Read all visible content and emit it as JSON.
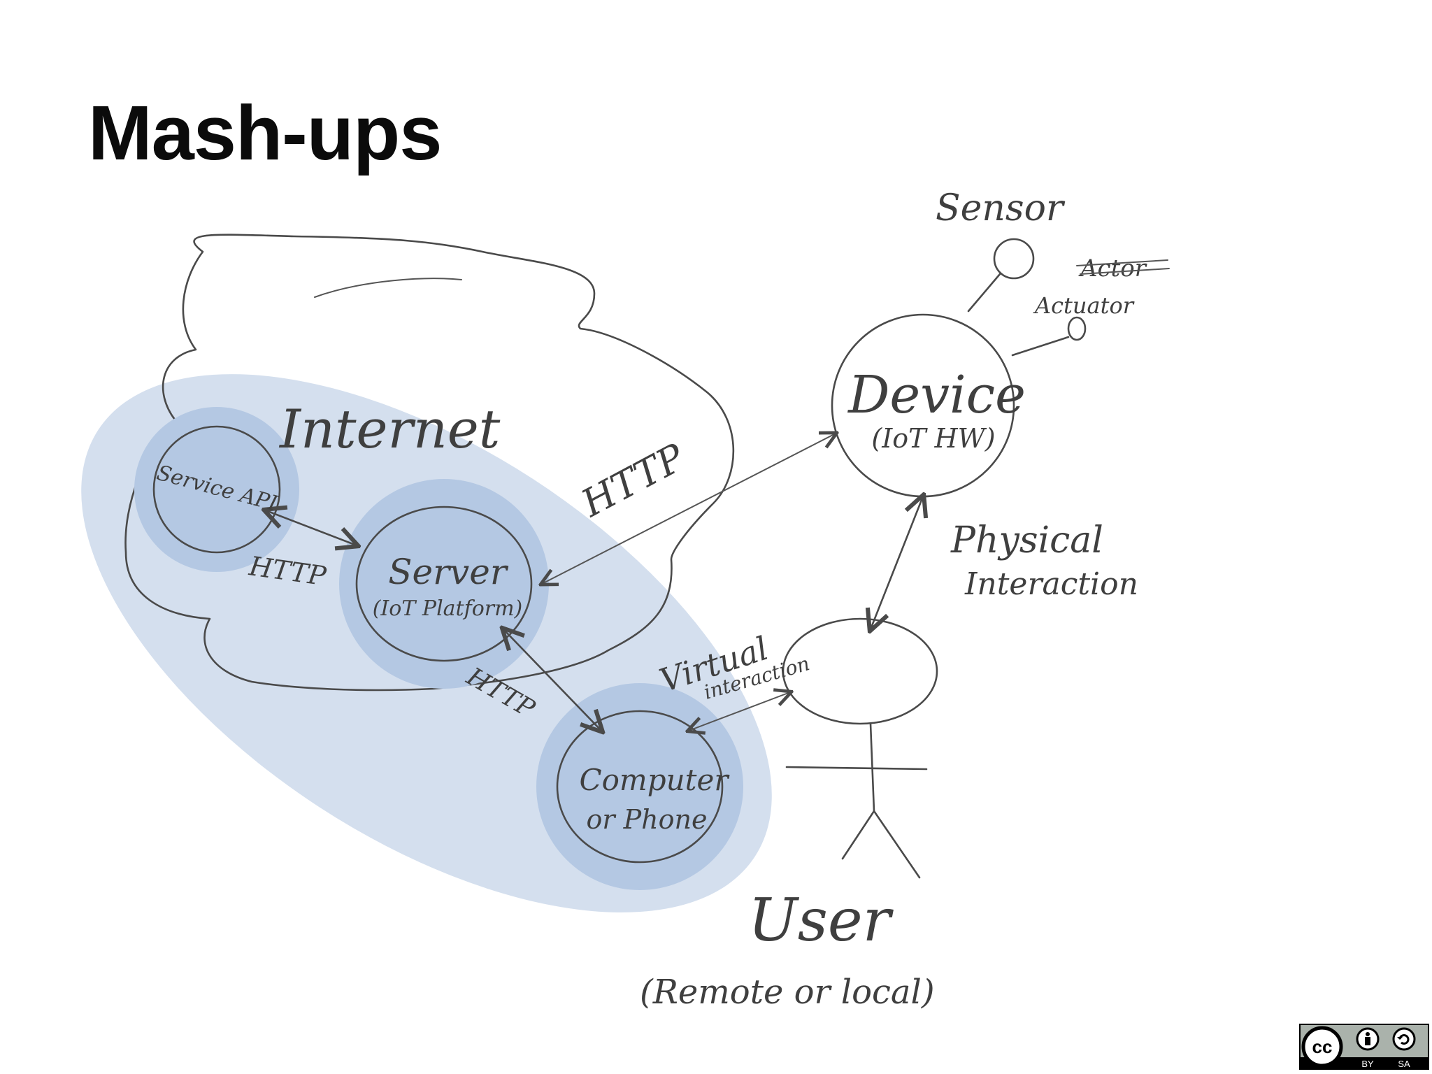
{
  "slide": {
    "title": "Mash-ups"
  },
  "diagram": {
    "cloud_label": "Internet",
    "nodes": {
      "service_api": "Service API",
      "server": "Server",
      "server_sub": "(IoT Platform)",
      "computer": "Computer",
      "computer_sub": "or Phone",
      "device": "Device",
      "device_sub": "(IoT HW)",
      "sensor": "Sensor",
      "actor_struck": "Actor",
      "actuator": "Actuator",
      "user": "User",
      "user_sub": "(Remote or local)"
    },
    "links": {
      "api_server": "HTTP",
      "server_device": "HTTP",
      "server_computer": "HTTP",
      "device_user": "Physical",
      "device_user_2": "Interaction",
      "computer_user": "Virtual",
      "computer_user_2": "interaction"
    },
    "colors": {
      "shaded_region": "#cfdcec",
      "node_fill": "#b4c8e3",
      "pen": "#4a4a4a"
    }
  },
  "license": {
    "icons": [
      "cc-icon",
      "by-icon",
      "sa-icon"
    ],
    "labels": [
      "BY",
      "SA"
    ]
  }
}
